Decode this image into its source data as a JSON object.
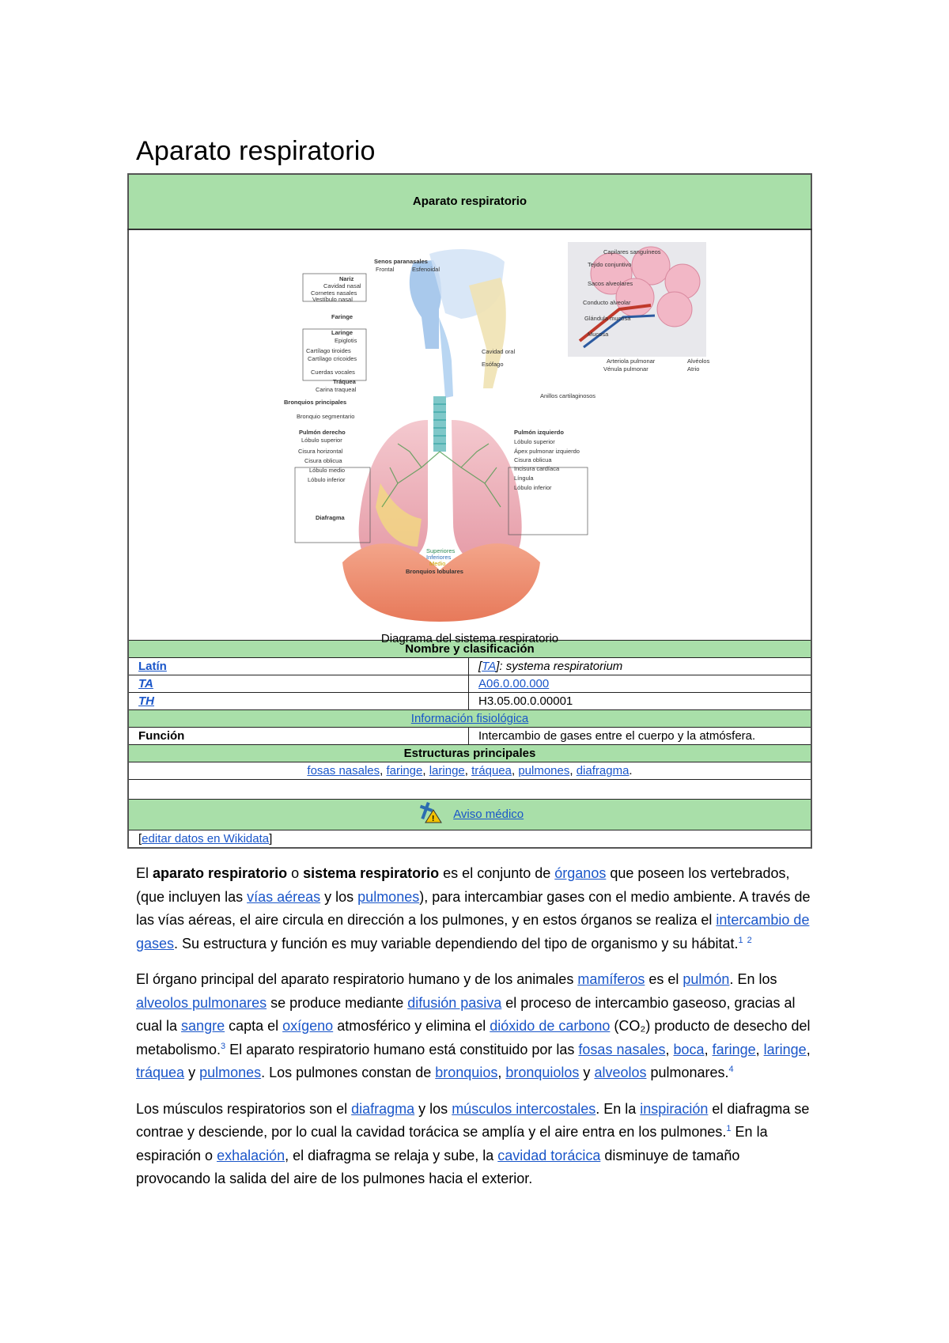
{
  "page_title": "Aparato respiratorio",
  "infobox": {
    "title": "Aparato respiratorio",
    "caption": "Diagrama del sistema respiratorio",
    "section_classification": "Nombre y clasificación",
    "rows": [
      {
        "label": "Latín",
        "value_link": "TA",
        "value_text": ": systema respiratorium"
      },
      {
        "label": "TA",
        "value": "A06.0.00.000"
      },
      {
        "label": "TH",
        "value": "H3.05.00.0.00001"
      }
    ],
    "section_physio": "Información fisiológica",
    "function_label": "Función",
    "function_value": "Intercambio de gases entre el cuerpo y la atmósfera.",
    "section_structures": "Estructuras principales",
    "structures": [
      "fosas nasales",
      "faringe",
      "laringe",
      "tráquea",
      "pulmones",
      "diafragma"
    ],
    "aviso": "Aviso médico",
    "edit_link": "editar datos en Wikidata",
    "diagram_labels": {
      "senos": "Senos paranasales",
      "frontal": "Frontal",
      "esfenoidal": "Esfenoidal",
      "nariz": "Nariz",
      "cavidad_nasal": "Cavidad nasal",
      "cornetes": "Cornetes nasales",
      "vestibulo": "Vestíbulo nasal",
      "faringe": "Faringe",
      "laringe": "Laringe",
      "epiglotis": "Epiglotis",
      "tiroides": "Cartílago tiroides",
      "cricoides": "Cartílago cricoides",
      "cuerdas": "Cuerdas vocales",
      "traquea": "Tráquea",
      "carina": "Carina traqueal",
      "bronquios": "Bronquios principales",
      "bronquio_seg": "Bronquio segmentario",
      "pulmon_der": "Pulmón derecho",
      "lob_sup": "Lóbulo superior",
      "cis_hor": "Cisura horizontal",
      "cis_obl": "Cisura oblicua",
      "lob_med": "Lóbulo medio",
      "lob_inf": "Lóbulo inferior",
      "diafragma": "Diafragma",
      "capilares": "Capilares sanguíneos",
      "tejido": "Tejido conjuntivo",
      "sacos": "Sacos alveolares",
      "conducto": "Conducto alveolar",
      "glandula": "Glándula mucosa",
      "mucosa": "Mucosa",
      "cavidad_oral": "Cavidad oral",
      "esofago": "Esófago",
      "arteriola": "Arteriola pulmonar",
      "venula": "Vénula pulmonar",
      "alveolos": "Alvéolos",
      "atrio": "Atrio",
      "anillos": "Anillos cartilaginosos",
      "pulmon_izq": "Pulmón izquierdo",
      "l_lob_sup": "Lóbulo superior",
      "apex": "Ápex pulmonar izquierdo",
      "l_cis_obl": "Cisura oblicua",
      "incisura": "Incisura cardíaca",
      "lingula": "Língula",
      "l_lob_inf": "Lóbulo inferior",
      "superiores": "Superiores",
      "inferiores": "Inferiores",
      "medio": "Medio",
      "bronquios_lob": "Bronquios lobulares"
    }
  },
  "body": {
    "p1": [
      {
        "t": "El "
      },
      {
        "t": "aparato respiratorio",
        "b": true
      },
      {
        "t": " o "
      },
      {
        "t": "sistema respiratorio",
        "b": true
      },
      {
        "t": " es el conjunto de "
      },
      {
        "t": "órganos",
        "link": true
      },
      {
        "t": " que poseen los vertebrados, (que incluyen las "
      },
      {
        "t": "vías aéreas",
        "link": true
      },
      {
        "t": " y los "
      },
      {
        "t": "pulmones",
        "link": true
      },
      {
        "t": "), para intercambiar gases con el medio ambiente. A través de las vías aéreas, el aire circula en dirección a los pulmones, y en estos órganos se realiza el "
      },
      {
        "t": "intercambio de gases",
        "link": true
      },
      {
        "t": ". Su estructura y función es muy variable dependiendo del tipo de organismo y su hábitat."
      },
      {
        "t": "1",
        "sup": true
      },
      {
        "t": " "
      },
      {
        "t": "2",
        "sup": true
      }
    ],
    "p2": [
      {
        "t": "El órgano principal del aparato respiratorio humano y de los animales "
      },
      {
        "t": "mamíferos",
        "link": true
      },
      {
        "t": " es el "
      },
      {
        "t": "pulmón",
        "link": true
      },
      {
        "t": ". En los "
      },
      {
        "t": "alveolos pulmonares",
        "link": true
      },
      {
        "t": " se produce mediante "
      },
      {
        "t": "difusión pasiva",
        "link": true
      },
      {
        "t": " el proceso de intercambio gaseoso, gracias al cual la "
      },
      {
        "t": "sangre",
        "link": true
      },
      {
        "t": " capta el "
      },
      {
        "t": "oxígeno",
        "link": true
      },
      {
        "t": " atmosférico y elimina el "
      },
      {
        "t": "dióxido de carbono",
        "link": true
      },
      {
        "t": " (CO₂) producto de desecho del metabolismo."
      },
      {
        "t": "3",
        "sup": true
      },
      {
        "t": " El aparato respiratorio humano está constituido por las "
      },
      {
        "t": "fosas nasales",
        "link": true
      },
      {
        "t": ", "
      },
      {
        "t": "boca",
        "link": true
      },
      {
        "t": ", "
      },
      {
        "t": "faringe",
        "link": true
      },
      {
        "t": ", "
      },
      {
        "t": "laringe",
        "link": true
      },
      {
        "t": ", "
      },
      {
        "t": "tráquea",
        "link": true
      },
      {
        "t": " y "
      },
      {
        "t": "pulmones",
        "link": true
      },
      {
        "t": ". Los pulmones constan de "
      },
      {
        "t": "bronquios",
        "link": true
      },
      {
        "t": ", "
      },
      {
        "t": "bronquiolos",
        "link": true
      },
      {
        "t": " y "
      },
      {
        "t": "alveolos",
        "link": true
      },
      {
        "t": " pulmonares."
      },
      {
        "t": "4",
        "sup": true
      }
    ],
    "p3": [
      {
        "t": "Los músculos respiratorios son el "
      },
      {
        "t": "diafragma",
        "link": true
      },
      {
        "t": " y los "
      },
      {
        "t": "músculos intercostales",
        "link": true
      },
      {
        "t": ". En la "
      },
      {
        "t": "inspiración",
        "link": true
      },
      {
        "t": " el diafragma se contrae y desciende, por lo cual la cavidad torácica se amplía y el aire entra en los pulmones."
      },
      {
        "t": "1",
        "sup": true
      },
      {
        "t": " En la espiración o "
      },
      {
        "t": "exhalación",
        "link": true
      },
      {
        "t": ", el diafragma se relaja y sube, la "
      },
      {
        "t": "cavidad torácica",
        "link": true
      },
      {
        "t": " disminuye de tamaño provocando la salida del aire de los pulmones hacia el exterior."
      }
    ]
  }
}
